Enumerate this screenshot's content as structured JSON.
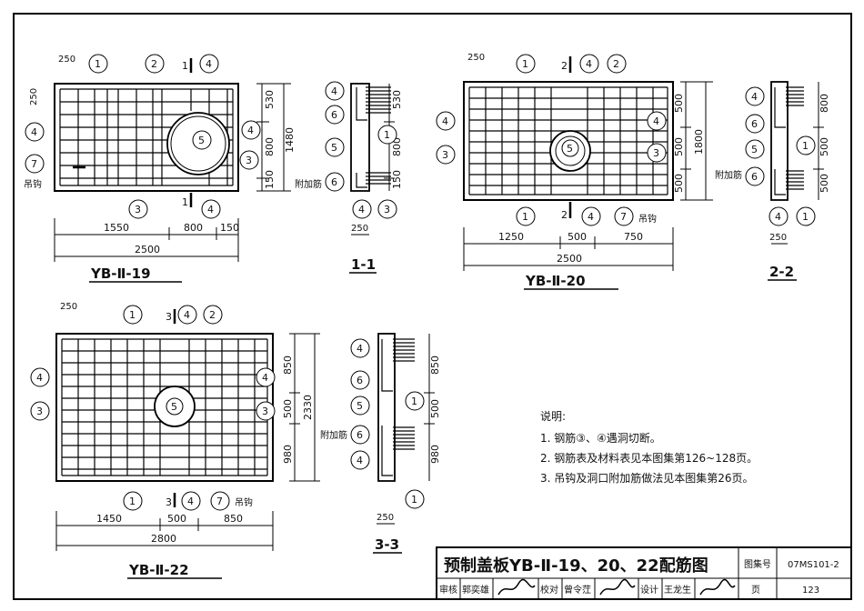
{
  "panels": {
    "p19": {
      "title": "YB-Ⅱ-19",
      "w": "2500",
      "seg": [
        "1550",
        "800",
        "150"
      ],
      "v": [
        "530",
        "800",
        "150"
      ],
      "total_h": "1480",
      "edge": "250",
      "fujiajin": "附加筋",
      "hook": "吊钩"
    },
    "p20": {
      "title": "YB-Ⅱ-20",
      "w": "2500",
      "seg": [
        "1250",
        "500",
        "750"
      ],
      "v": [
        "500",
        "500",
        "500"
      ],
      "total_h": "1800",
      "edge": "250",
      "fujiajin": "附加筋",
      "hook": "吊钩"
    },
    "p22": {
      "title": "YB-Ⅱ-22",
      "w": "2800",
      "seg": [
        "1450",
        "500",
        "850"
      ],
      "v": [
        "850",
        "500",
        "980"
      ],
      "total_h": "2330",
      "edge": "250",
      "fujiajin": "附加筋",
      "hook": "吊钩"
    }
  },
  "sections": {
    "s11": {
      "title": "1-1",
      "v": [
        "530",
        "800",
        "150"
      ],
      "w": "250",
      "mark": "1"
    },
    "s22": {
      "title": "2-2",
      "v": [
        "800",
        "500",
        "500"
      ],
      "w": "250",
      "mark": "2"
    },
    "s33": {
      "title": "3-3",
      "v": [
        "850",
        "500",
        "980"
      ],
      "w": "250",
      "mark": "3"
    }
  },
  "marks": [
    "1",
    "2",
    "3",
    "4",
    "5",
    "6",
    "7"
  ],
  "notes": {
    "heading": "说明:",
    "items": [
      "1. 钢筋③、④遇洞切断。",
      "2. 钢筋表及材料表见本图集第126~128页。",
      "3. 吊钩及洞口附加筋做法见本图集第26页。"
    ]
  },
  "titleblock": {
    "title": "预制盖板YB-Ⅱ-19、20、22配筋图",
    "atlas_label": "图集号",
    "atlas_no": "07MS101-2",
    "page_label": "页",
    "page_no": "123",
    "shenhe": "审核",
    "shenhe_name": "郭奕雄",
    "jiaodui": "校对",
    "jiaodui_name": "曾令茳",
    "sheji": "设计",
    "sheji_name": "王龙生"
  }
}
